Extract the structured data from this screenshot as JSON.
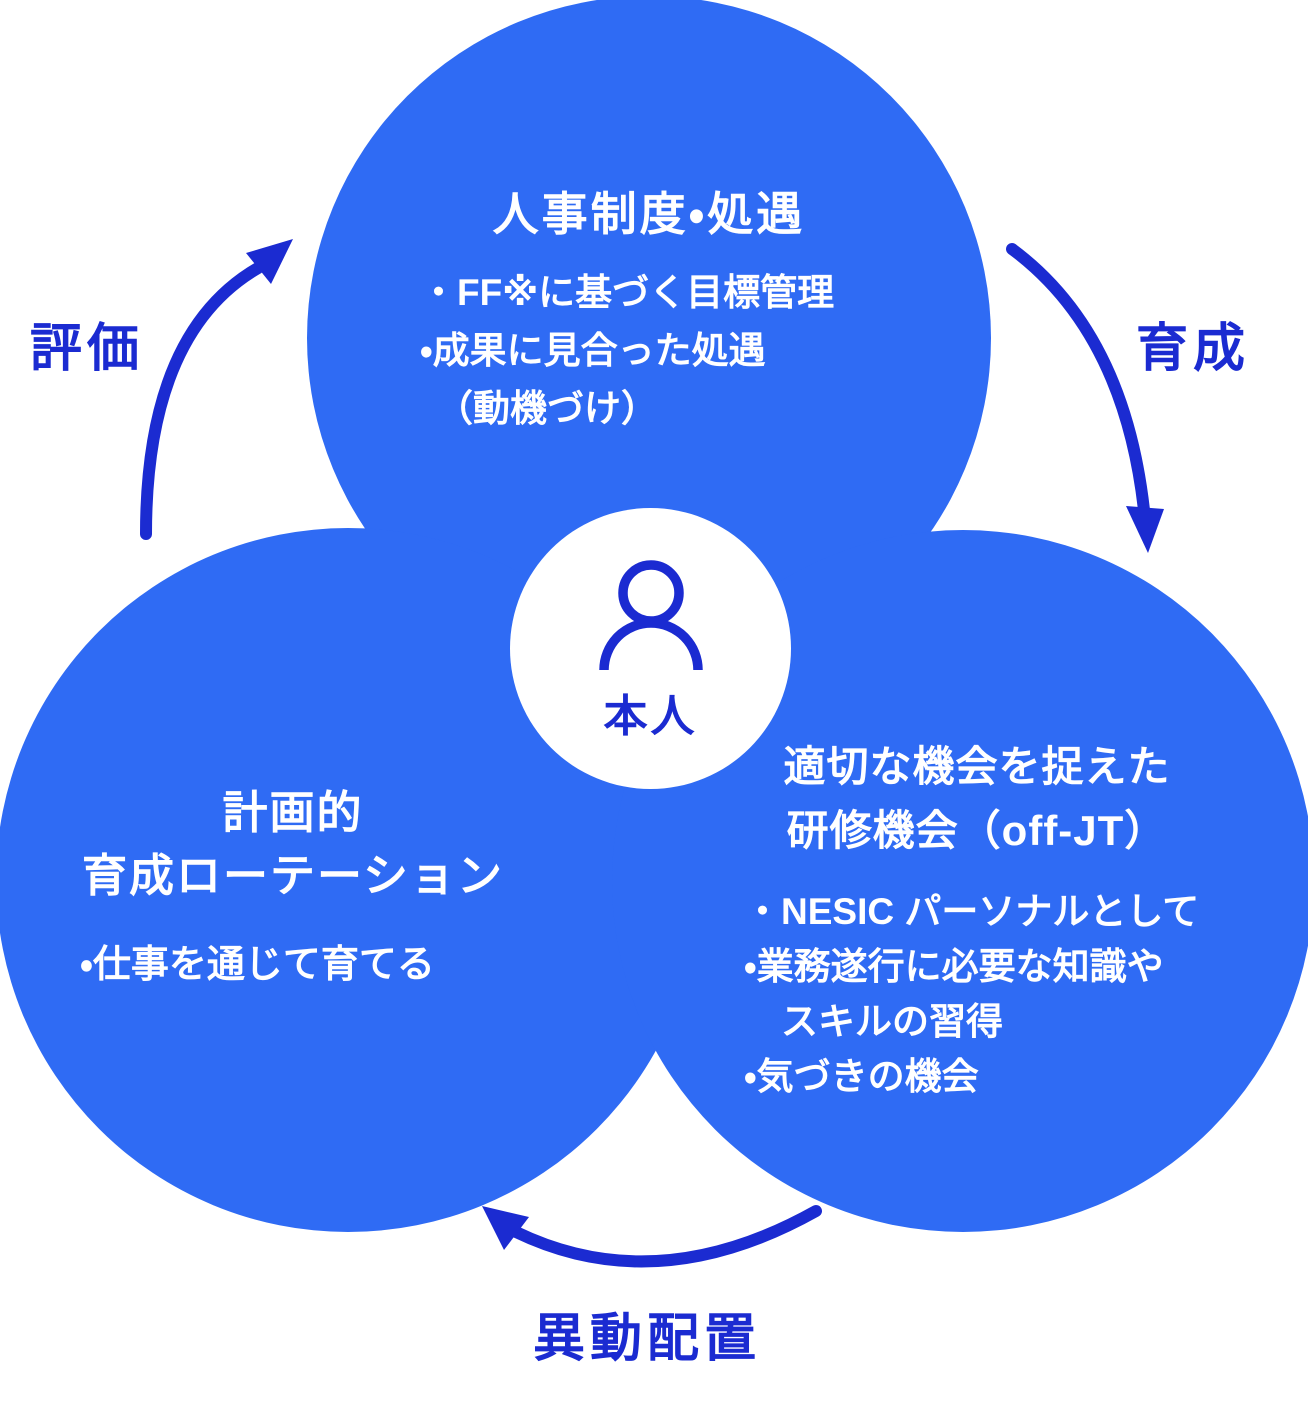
{
  "colors": {
    "circle-blue": "#2f6bf4",
    "accent-dark-blue": "#1b2bd1",
    "text-white": "#ffffff",
    "background": "#ffffff"
  },
  "center": {
    "label": "本人"
  },
  "circles": {
    "top": {
      "title": "人事制度・処遇",
      "bullets": [
        "・FF※に基づく目標管理",
        "・成果に見合った処遇",
        "（動機づけ）"
      ]
    },
    "left": {
      "title_lines": [
        "計画的",
        "育成ローテーション"
      ],
      "bullets": [
        "・仕事を通じて育てる"
      ]
    },
    "right": {
      "title_lines": [
        "適切な機会を捉えた",
        "研修機会（off-JT）"
      ],
      "bullets": [
        "・NESIC パーソナルとして",
        "・業務遂行に必要な知識や",
        "スキルの習得",
        "・気づきの機会"
      ]
    }
  },
  "arrows": {
    "evaluation": {
      "label": "評価"
    },
    "development": {
      "label": "育成"
    },
    "transfer": {
      "label": "異動配置"
    }
  }
}
